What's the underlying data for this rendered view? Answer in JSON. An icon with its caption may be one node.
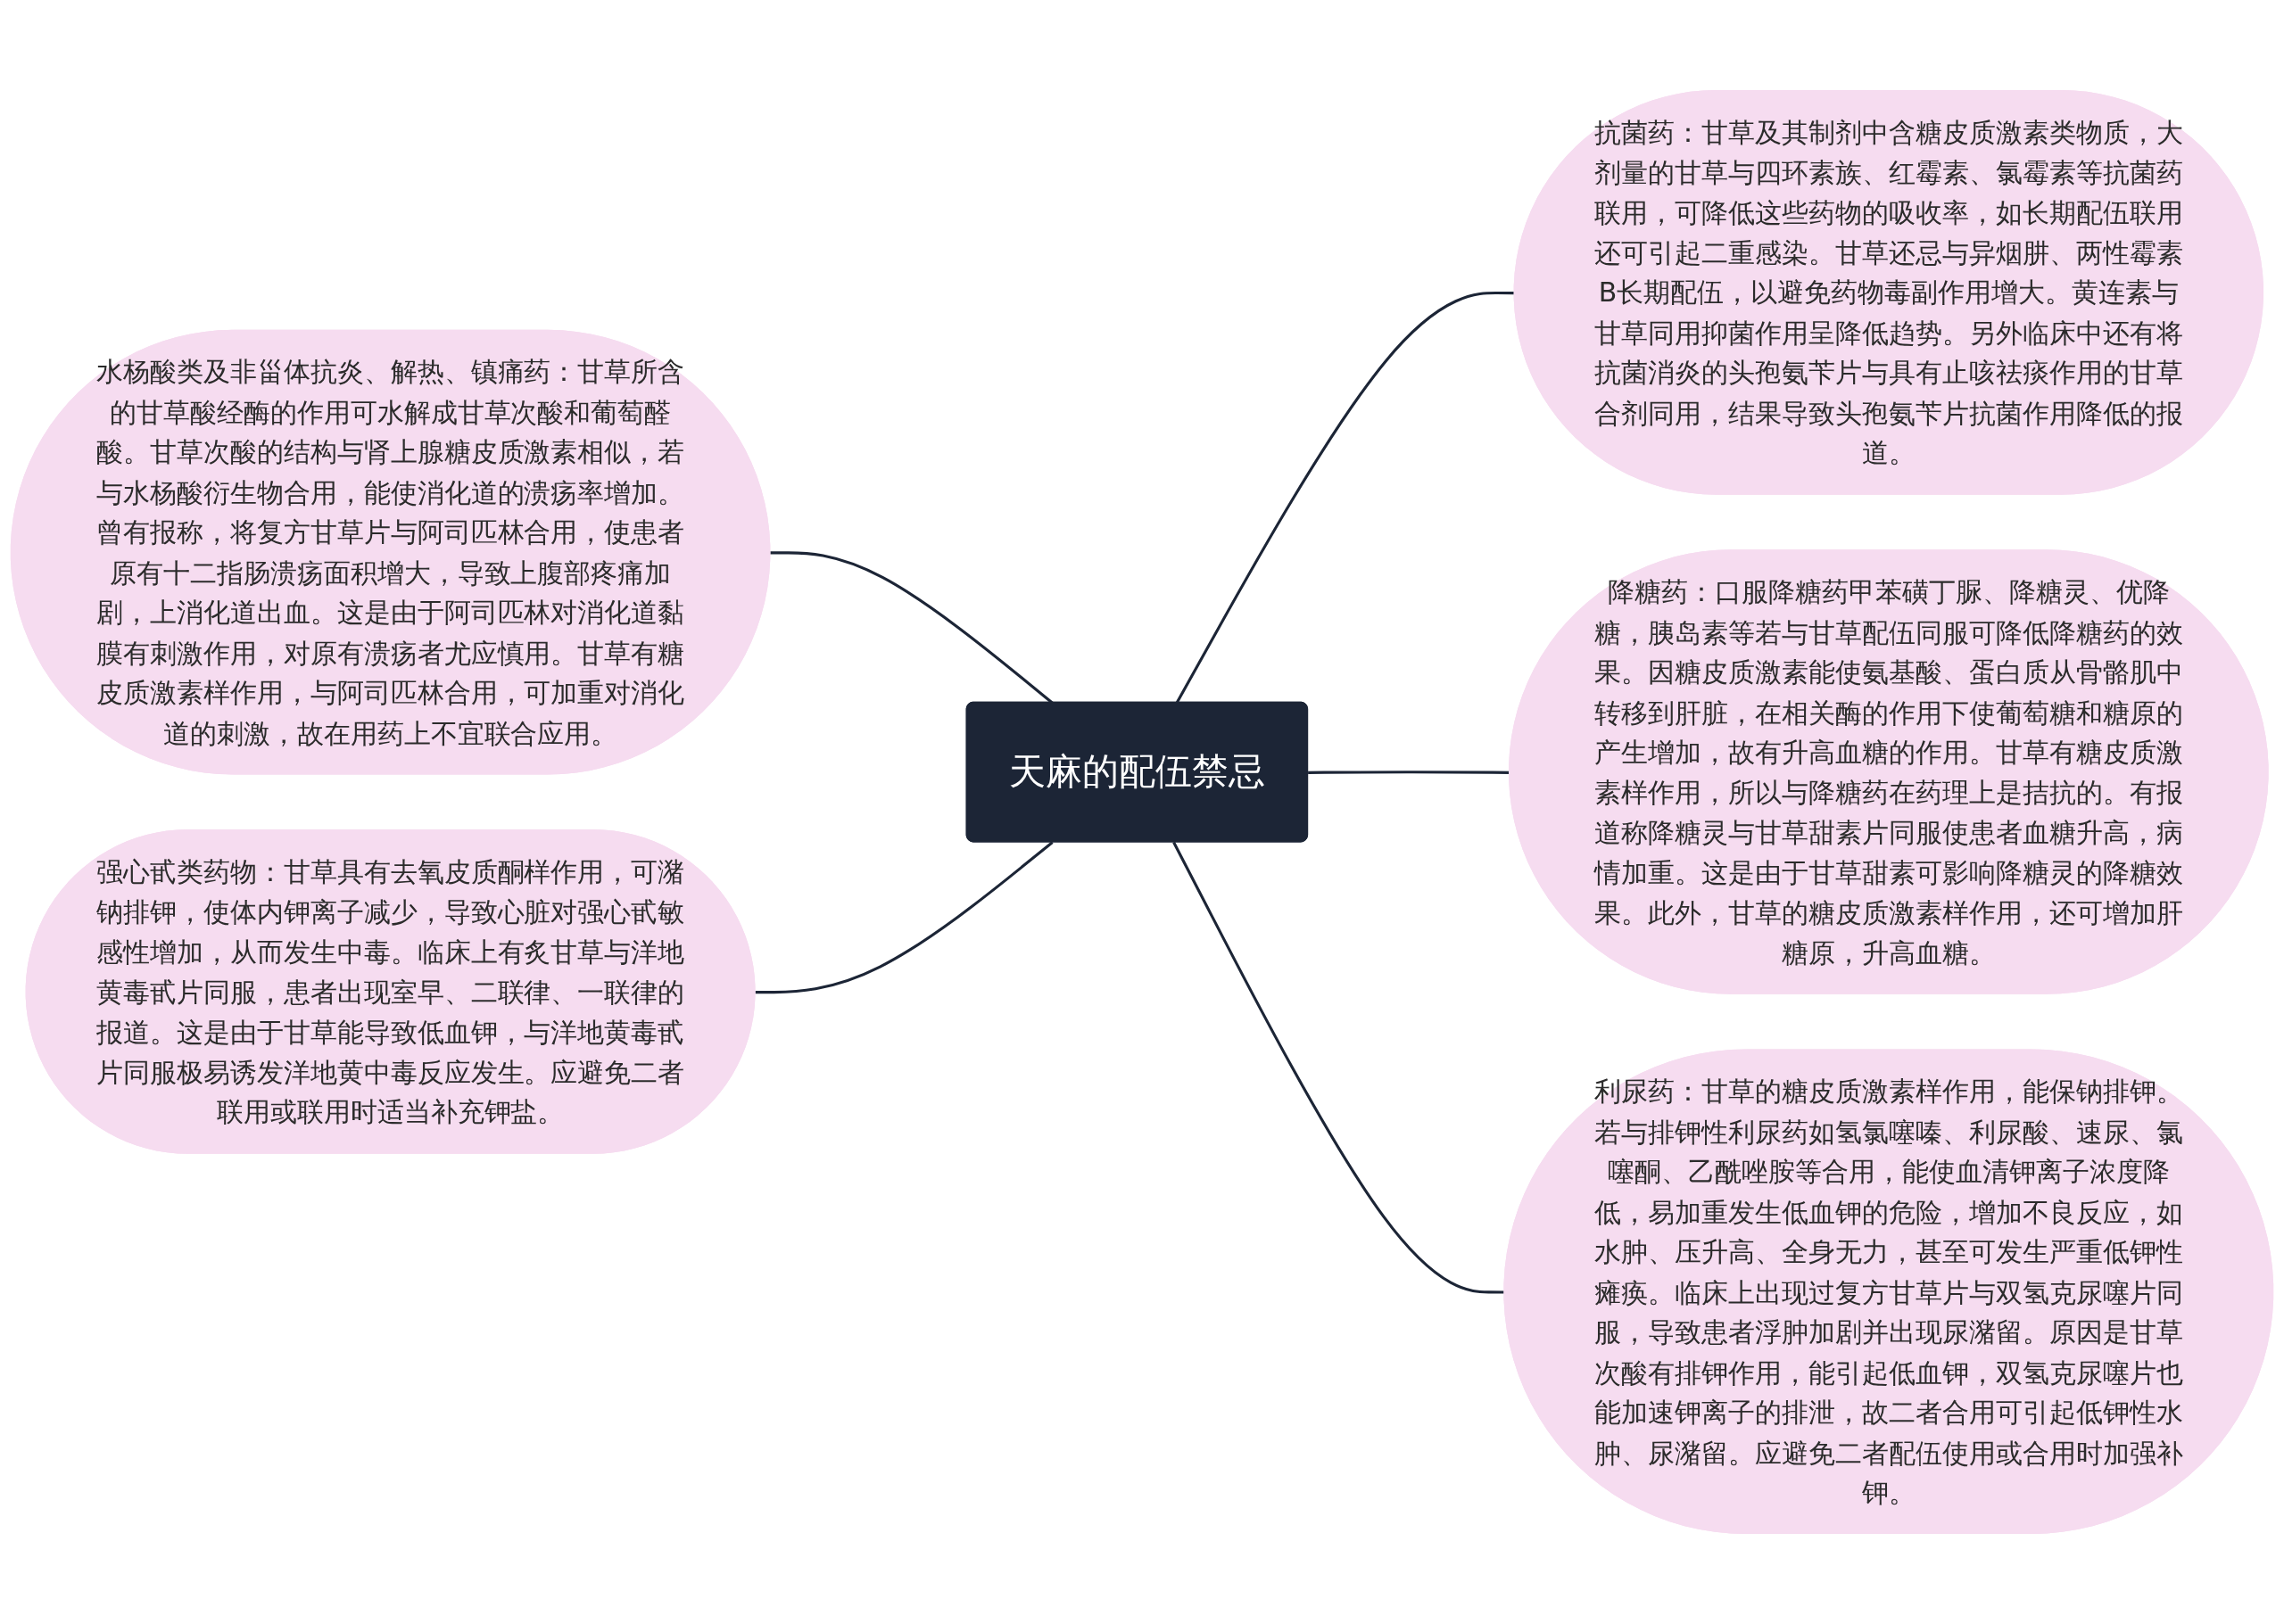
{
  "diagram": {
    "nodes": [
      {
        "text": [
          "天麻的配伍禁忌"
        ]
      },
      {
        "text": [
          "水杨酸类及非甾体抗炎、解热、镇痛药：甘草所含的甘草酸经酶的作用可水解成甘草次酸和葡萄醛酸。甘草次酸的结构与肾上腺糖皮质激素相似，若与水杨酸衍生物合用，能使消化道的溃疡率增加。曾有报称，将复方甘草片与阿司匹林合用，使患者原有十二指肠溃疡面积增大，导致上腹部疼痛加剧，上消化道出血。这是由于阿司匹林对消化道黏膜有刺激作用，对原有溃疡者尤应慎用。甘草有糖皮质激素样作用，与阿司匹林合用，可加重对消化道的刺激，故在用药上不宜联合应用。"
        ]
      },
      {
        "text": [
          "强心甙类药物：甘草具有去氧皮质酮样作用，可潴钠排钾，使体内钾离子减少，导致心脏对强心甙敏感性增加，从而发生中毒。临床上有炙甘草与洋地黄毒甙片同服，患者出现室早、二联律、一联律的报道。这是由于甘草能导致低血钾，与洋地黄毒甙片同服极易诱发洋地黄中毒反应发生。应避免二者联用或联用时适当补充钾盐。"
        ]
      },
      {
        "text": [
          "抗菌药：甘草及其制剂中含糖皮质激素类物质，大剂量的甘草与四环素族、红霉素、氯霉素等抗菌药联用，可降低这些药物的吸收率，如长期配伍联用还可引起二重感染。甘草还忌与异烟肼、两性霉素B长期配伍，以避免药物毒副作用增大。黄连素与甘草同用抑菌作用呈降低趋势。另外临床中还有将抗菌消炎的头孢氨苄片与具有止咳祛痰作用的甘草合剂同用，结果导致头孢氨苄片抗菌作用降低的报道。"
        ]
      },
      {
        "text": [
          "降糖药：口服降糖药甲苯磺丁脲、降糖灵、优降糖，胰岛素等若与甘草配伍同服可降低降糖药的效果。因糖皮质激素能使氨基酸、蛋白质从骨骼肌中转移到肝脏，在相关酶的作用下使葡萄糖和糖原的产生增加，故有升高血糖的作用。甘草有糖皮质激素样作用，所以与降糖药在药理上是拮抗的。有报道称降糖灵与甘草甜素片同服使患者血糖升高，病情加重。这是由于甘草甜素可影响降糖灵的降糖效果。此外，甘草的糖皮质激素样作用，还可增加肝糖原，升高血糖。"
        ]
      },
      {
        "text": [
          "利尿药：甘草的糖皮质激素样作用，能保钠排钾。若与排钾性利尿药如氢氯噻嗪、利尿酸、速尿、氯噻酮、乙酰唑胺等合用，能使血清钾离子浓度降低，易加重发生低血钾的危险，增加不良反应，如水肿、压升高、全身无力，甚至可发生严重低钾性瘫痪。临床上出现过复方甘草片与双氢克尿噻片同服，导致患者浮肿加剧并出现尿潴留。原因是甘草次酸有排钾作用，能引起低血钾，双氢克尿噻片也能加速钾离子的排泄，故二者合用可引起低钾性水肿、尿潴留。应避免二者配伍使用或合用时加强补钾。"
        ]
      }
    ],
    "edges": [
      {
        "from": 0,
        "to": 1,
        "arrow": "none"
      },
      {
        "from": 0,
        "to": 2,
        "arrow": "none"
      },
      {
        "from": 0,
        "to": 3,
        "arrow": "none"
      },
      {
        "from": 0,
        "to": 4,
        "arrow": "none"
      },
      {
        "from": 0,
        "to": 5,
        "arrow": "none"
      }
    ]
  }
}
